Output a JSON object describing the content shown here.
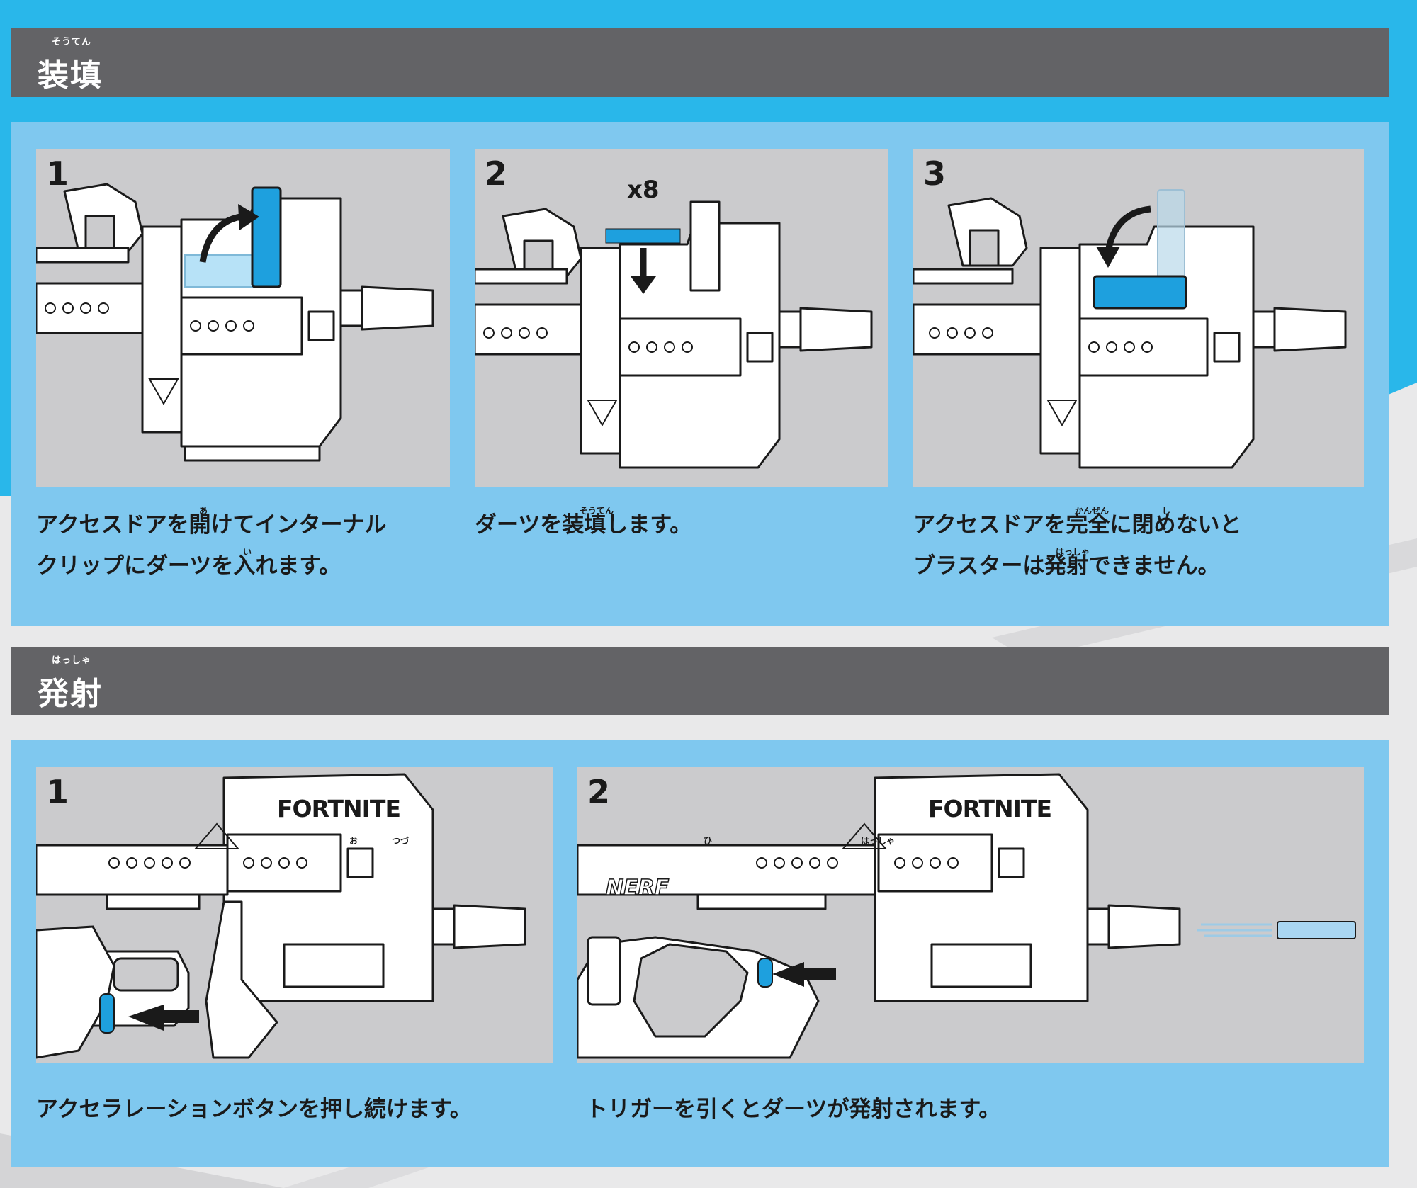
{
  "colors": {
    "page_blue": "#29b7ea",
    "panel_blue": "#7fc8ef",
    "header_gray": "#636366",
    "card_gray": "#cbcbcd",
    "accent_blue": "#1ea0de",
    "ghost_blue": "#b7e2f7"
  },
  "loading": {
    "title": "装填",
    "title_ruby": "そうてん",
    "steps": [
      {
        "num": "1",
        "caption_line1": "アクセスドアを開けてインターナル",
        "caption_line2": "クリップにダーツを入れます。",
        "furigana": [
          "あ",
          "い"
        ]
      },
      {
        "num": "2",
        "caption_line1": "ダーツを装填します。",
        "caption_line2": "",
        "furigana": [
          "そうてん"
        ],
        "count_label": "x8"
      },
      {
        "num": "3",
        "caption_line1": "アクセスドアを完全に閉めないと",
        "caption_line2": "ブラスターは発射できません。",
        "furigana": [
          "かんぜん",
          "し",
          "はっしゃ"
        ]
      }
    ]
  },
  "firing": {
    "title": "発射",
    "title_ruby": "はっしゃ",
    "steps": [
      {
        "num": "1",
        "caption": "アクセラレーションボタンを押し続けます。",
        "furigana": [
          "お",
          "つづ"
        ],
        "logo": "FORTNITE"
      },
      {
        "num": "2",
        "caption": "トリガーを引くとダーツが発射されます。",
        "furigana": [
          "ひ",
          "はっしゃ"
        ],
        "logo": "FORTNITE",
        "logo2": "NERF"
      }
    ]
  }
}
